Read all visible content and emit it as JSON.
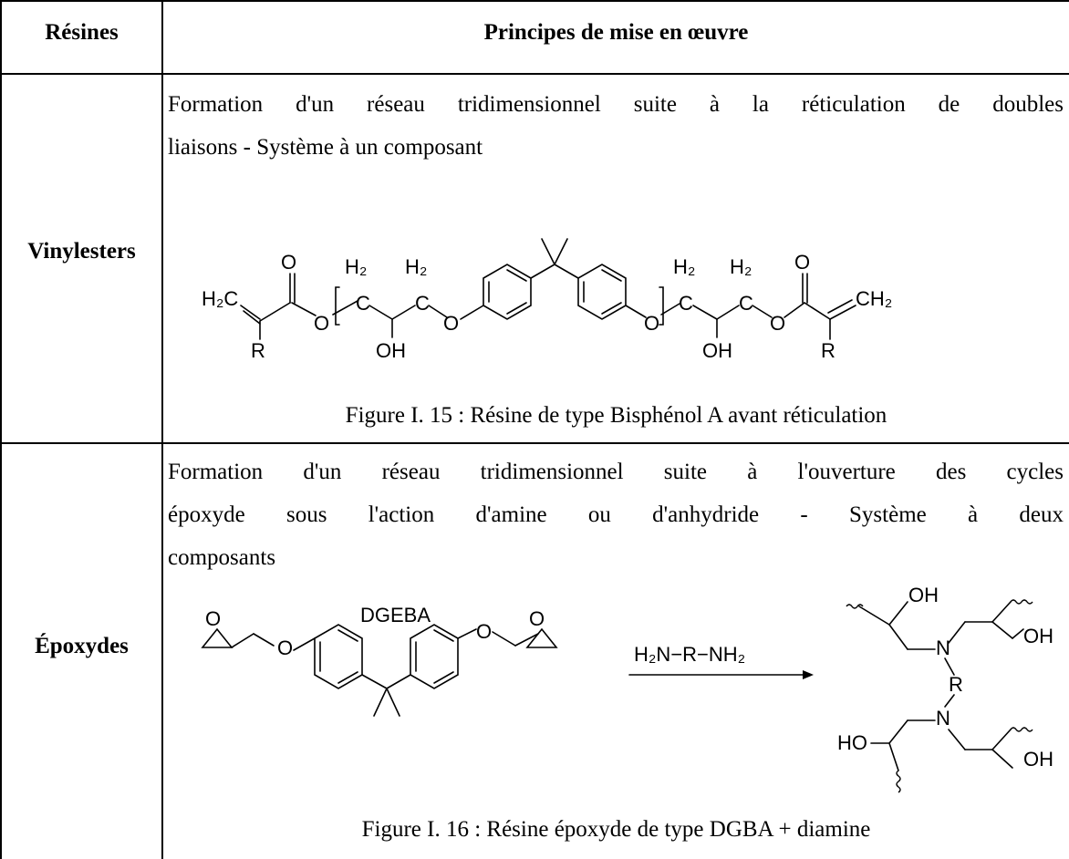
{
  "table": {
    "headers": {
      "col1": "Résines",
      "col2": "Principes de mise en œuvre"
    },
    "rows": [
      {
        "label": "Vinylesters",
        "text_line1": "Formation d'un réseau tridimensionnel suite à la réticulation de doubles",
        "text_line2": "liaisons - Système à un composant",
        "caption": "Figure I. 15 : Résine de type Bisphénol A avant réticulation",
        "structure": {
          "h2c": "H₂C",
          "ch2": "CH₂",
          "o": "O",
          "r": "R",
          "oh": "OH",
          "h2": "H₂",
          "c": "C"
        }
      },
      {
        "label": "Époxydes",
        "text_line1": "Formation d'un réseau tridimensionnel suite à l'ouverture des cycles",
        "text_line2": "époxyde sous l'action d'amine ou d'anhydride - Système à deux",
        "text_line3": "composants",
        "caption": "Figure I. 16 : Résine époxyde de type  DGBA + diamine",
        "structure": {
          "dgeba": "DGEBA",
          "reagent": "H₂N−R−NH₂",
          "o": "O",
          "oh": "OH",
          "ho": "HO",
          "n": "N",
          "r": "R"
        }
      }
    ]
  }
}
